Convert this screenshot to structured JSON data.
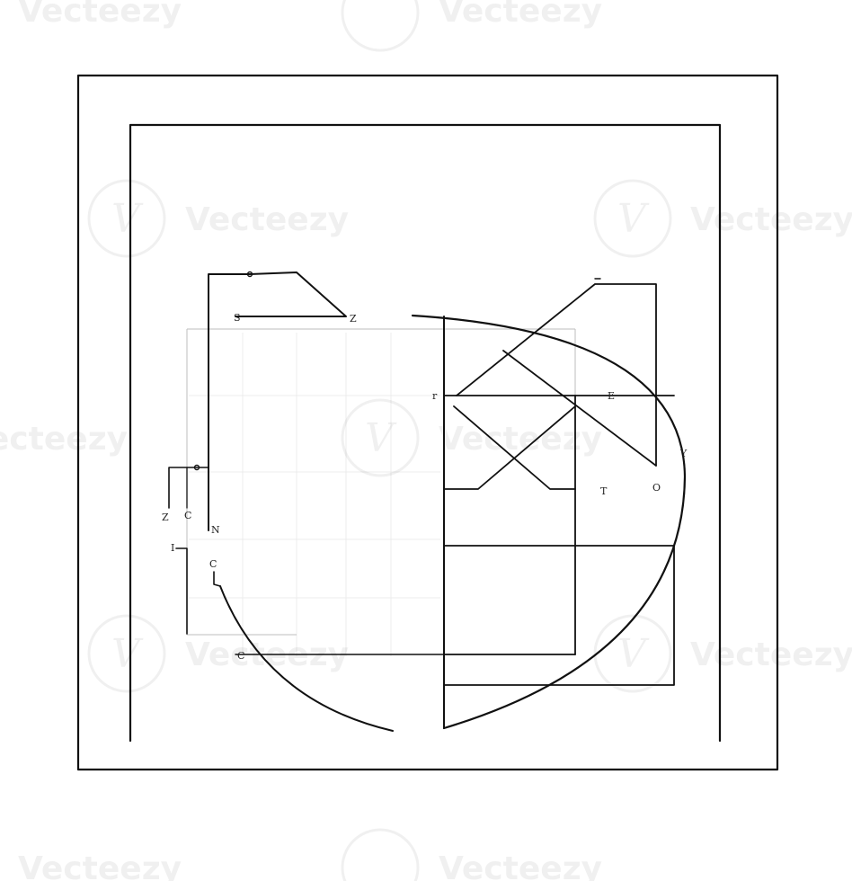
{
  "watermark": {
    "brand": "Vecteezy",
    "logo_icon": "vecteezy-v-logo-icon"
  },
  "diagram": {
    "labels": {
      "top_s": "S",
      "top_z": "Z",
      "left_z": "Z",
      "left_c": "C",
      "left_n": "N",
      "left_i": "I",
      "left_c2": "C",
      "bottom_c": "C",
      "mid_r": "r",
      "mid_e": "E",
      "right_y": "Y",
      "right_t": "T",
      "right_o": "O"
    }
  }
}
